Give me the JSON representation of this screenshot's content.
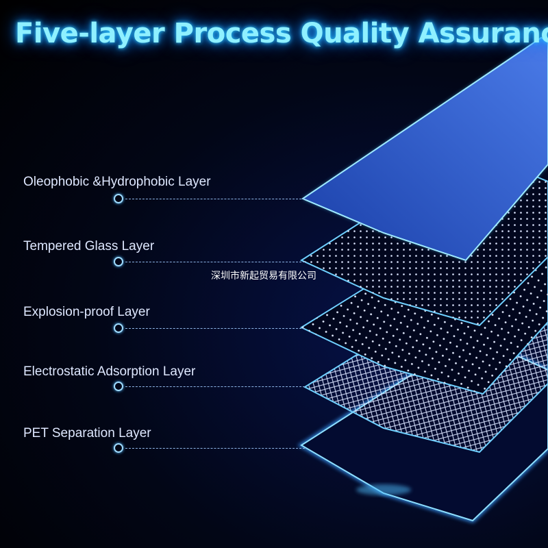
{
  "title": "Five-layer Process Quality Assurance",
  "watermark": "深圳市新起贸易有限公司",
  "layers": [
    {
      "label": "Oleophobic &Hydrophobic Layer"
    },
    {
      "label": "Tempered Glass Layer"
    },
    {
      "label": "Explosion-proof Layer"
    },
    {
      "label": "Electrostatic Adsorption Layer"
    },
    {
      "label": "PET Separation Layer"
    }
  ],
  "colors": {
    "title_glow": "#2fc8ff",
    "edge": "#5fd0ff",
    "background": "#020616"
  }
}
